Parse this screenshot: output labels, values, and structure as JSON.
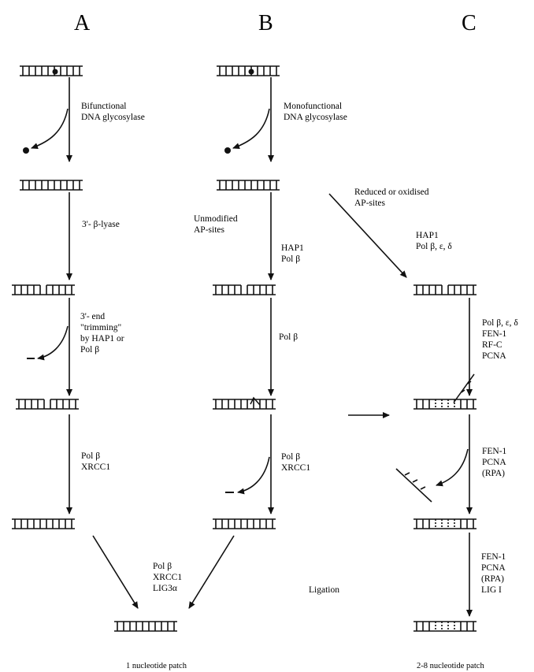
{
  "columns": {
    "a": "A",
    "b": "B",
    "c": "C"
  },
  "steps": {
    "bifunctional": [
      "Bifunctional",
      "DNA glycosylase"
    ],
    "monofunctional": [
      "Monofunctional",
      "DNA glycosylase"
    ],
    "reduced": [
      "Reduced or oxidised",
      "AP-sites"
    ],
    "beta_lyase": [
      "3'- β-lyase"
    ],
    "unmodified": [
      "Unmodified",
      "AP-sites"
    ],
    "hap1_polb": [
      "HAP1",
      "Pol β"
    ],
    "hap1_pol_bed": [
      "HAP1",
      "Pol β, ε, δ"
    ],
    "trimming": [
      "3'- end",
      "\"trimming\"",
      "by HAP1 or",
      "Pol β"
    ],
    "polb": [
      "Pol β"
    ],
    "c_polymerase": [
      "Pol β, ε, δ",
      "FEN-1",
      "RF-C",
      "PCNA"
    ],
    "a_polb_xrcc1": [
      "Pol β",
      "XRCC1"
    ],
    "b_polb_xrcc1": [
      "Pol β",
      "XRCC1"
    ],
    "fen_pcna_rpa": [
      "FEN-1",
      "PCNA",
      "(RPA)"
    ],
    "ligase_short": [
      "Pol β",
      "XRCC1",
      "LIG3α"
    ],
    "ligation": [
      "Ligation"
    ],
    "fen_pcna_lig1": [
      "FEN-1",
      "PCNA",
      "(RPA)",
      "LIG I"
    ]
  },
  "captions": {
    "short_patch": "1 nucleotide patch",
    "long_patch": "2-8 nucleotide patch"
  }
}
